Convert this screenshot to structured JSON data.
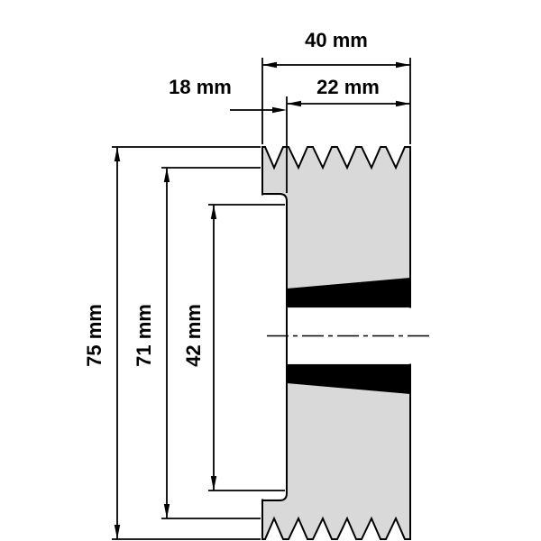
{
  "title": "V-belt pulley cross-section technical drawing",
  "labels": {
    "total_width": "40 mm",
    "offset_width": "18 mm",
    "bush_width": "22 mm",
    "outer_diameter": "75 mm",
    "datum_diameter": "71 mm",
    "bore_length": "42 mm"
  },
  "colors": {
    "body_fill": "#d9d9d9",
    "bush_fill": "#000000",
    "line": "#000000",
    "background": "#ffffff"
  }
}
